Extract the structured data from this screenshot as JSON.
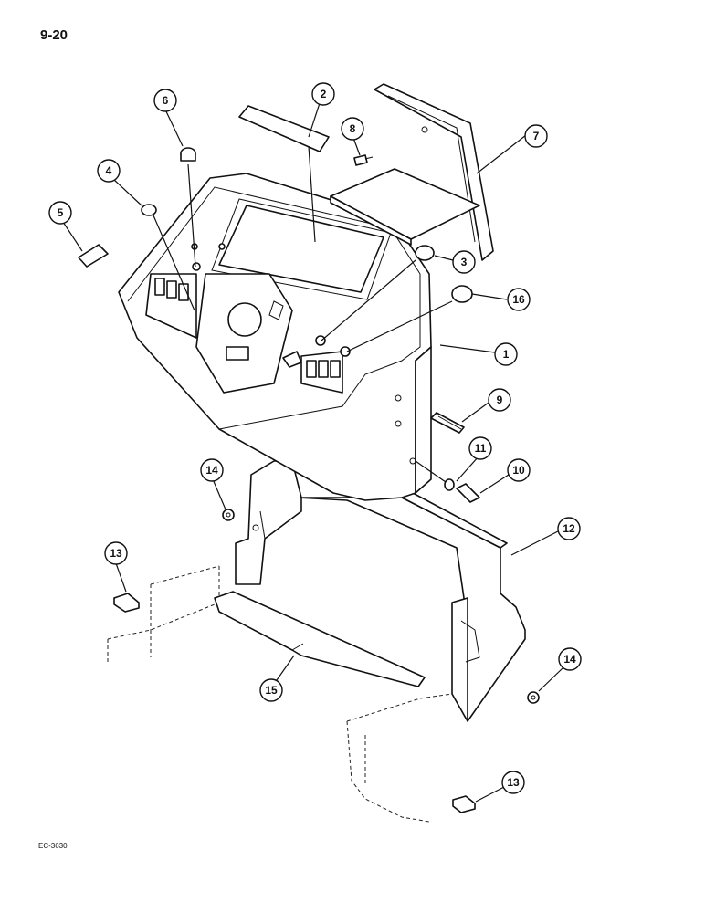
{
  "page_number": "9-20",
  "drawing_code": "EC-3630",
  "callouts": [
    "1",
    "2",
    "3",
    "4",
    "5",
    "6",
    "7",
    "8",
    "9",
    "10",
    "11",
    "12",
    "13",
    "14",
    "14",
    "15",
    "16",
    "13"
  ]
}
